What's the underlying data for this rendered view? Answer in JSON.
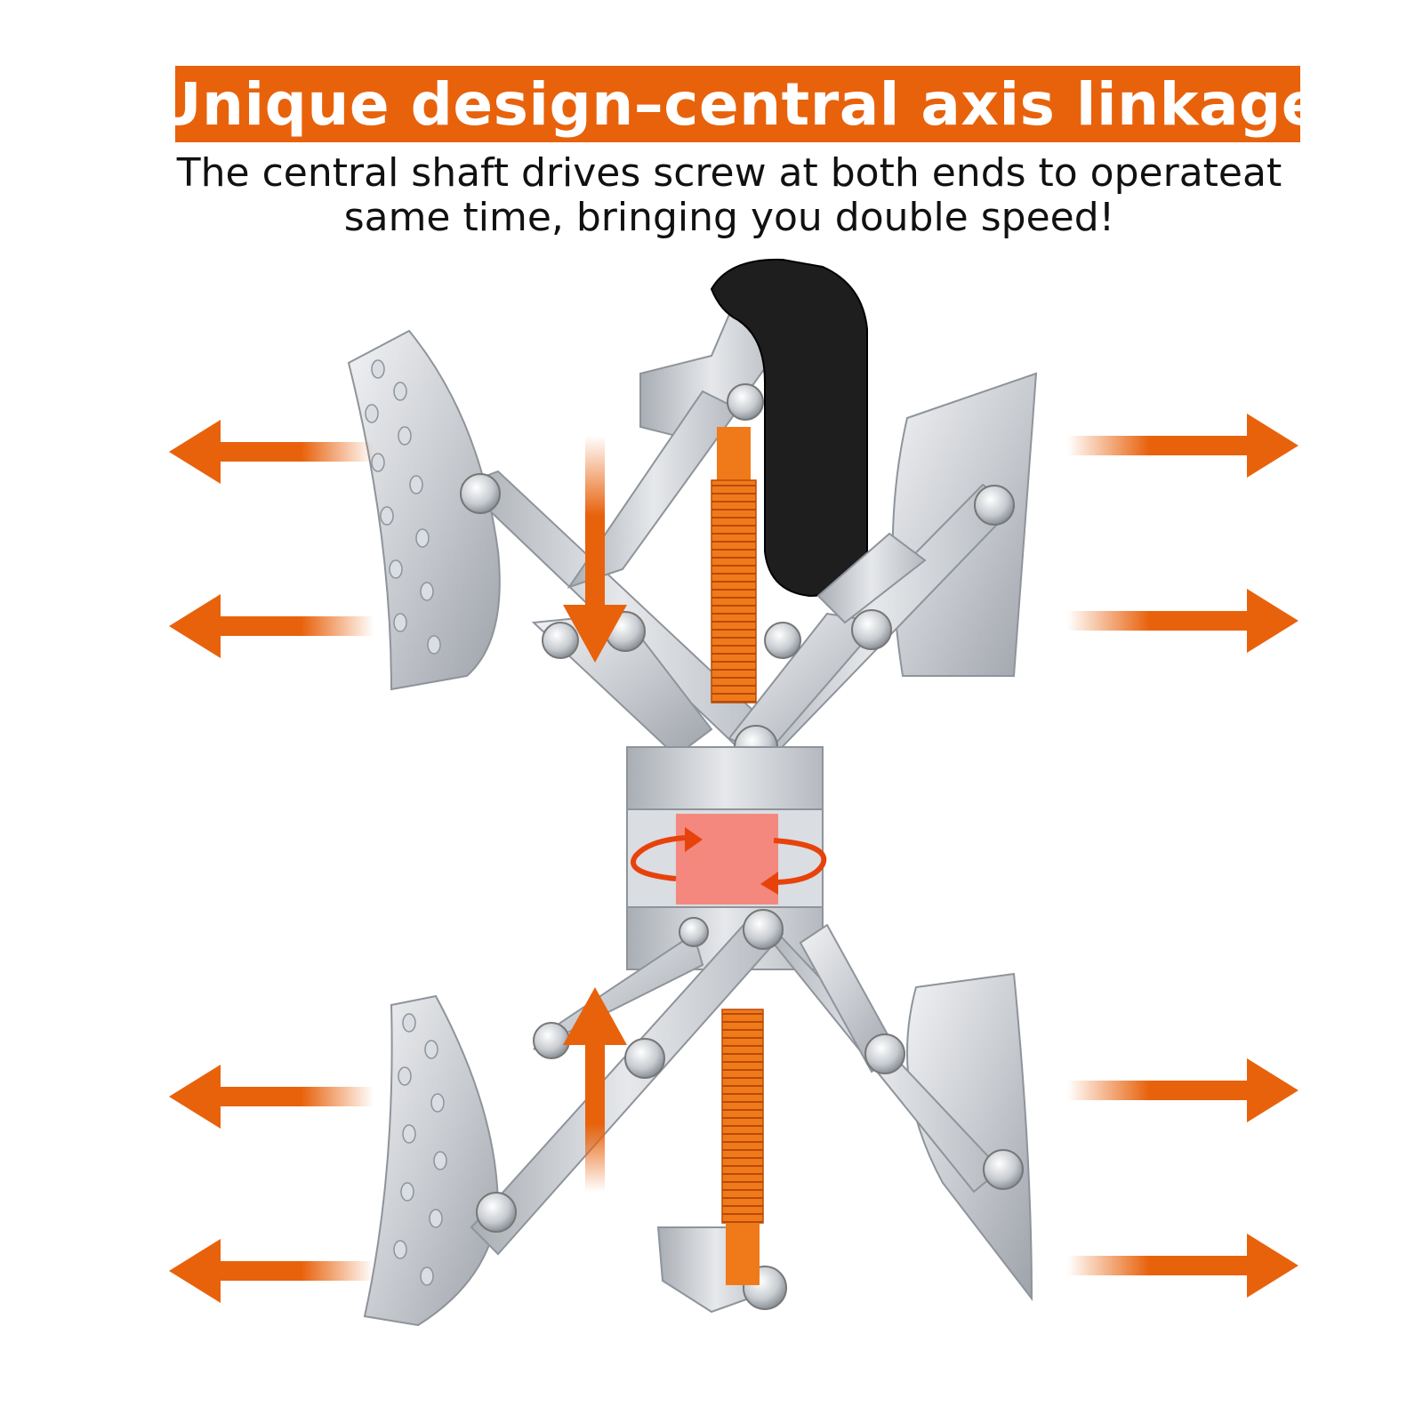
{
  "header": {
    "title": "Unique design–central axis linkage",
    "subtitle_line1": "The central shaft drives screw at both ends to operateat",
    "subtitle_line2": "same time, bringing you double speed!"
  },
  "colors": {
    "accent": "#E8620C",
    "screw": "#F07A1A",
    "steel_light": "#E3E5E8",
    "steel_mid": "#BFC3C8",
    "steel_dark": "#8E949B",
    "handle": "#1E1E1E",
    "core": "#F4887E"
  },
  "icons": {
    "expand_arrows": "arrow-left-icon / arrow-right-icon",
    "compress_arrows": "arrow-down-icon / arrow-up-icon",
    "rotation": "rotate-icon"
  }
}
